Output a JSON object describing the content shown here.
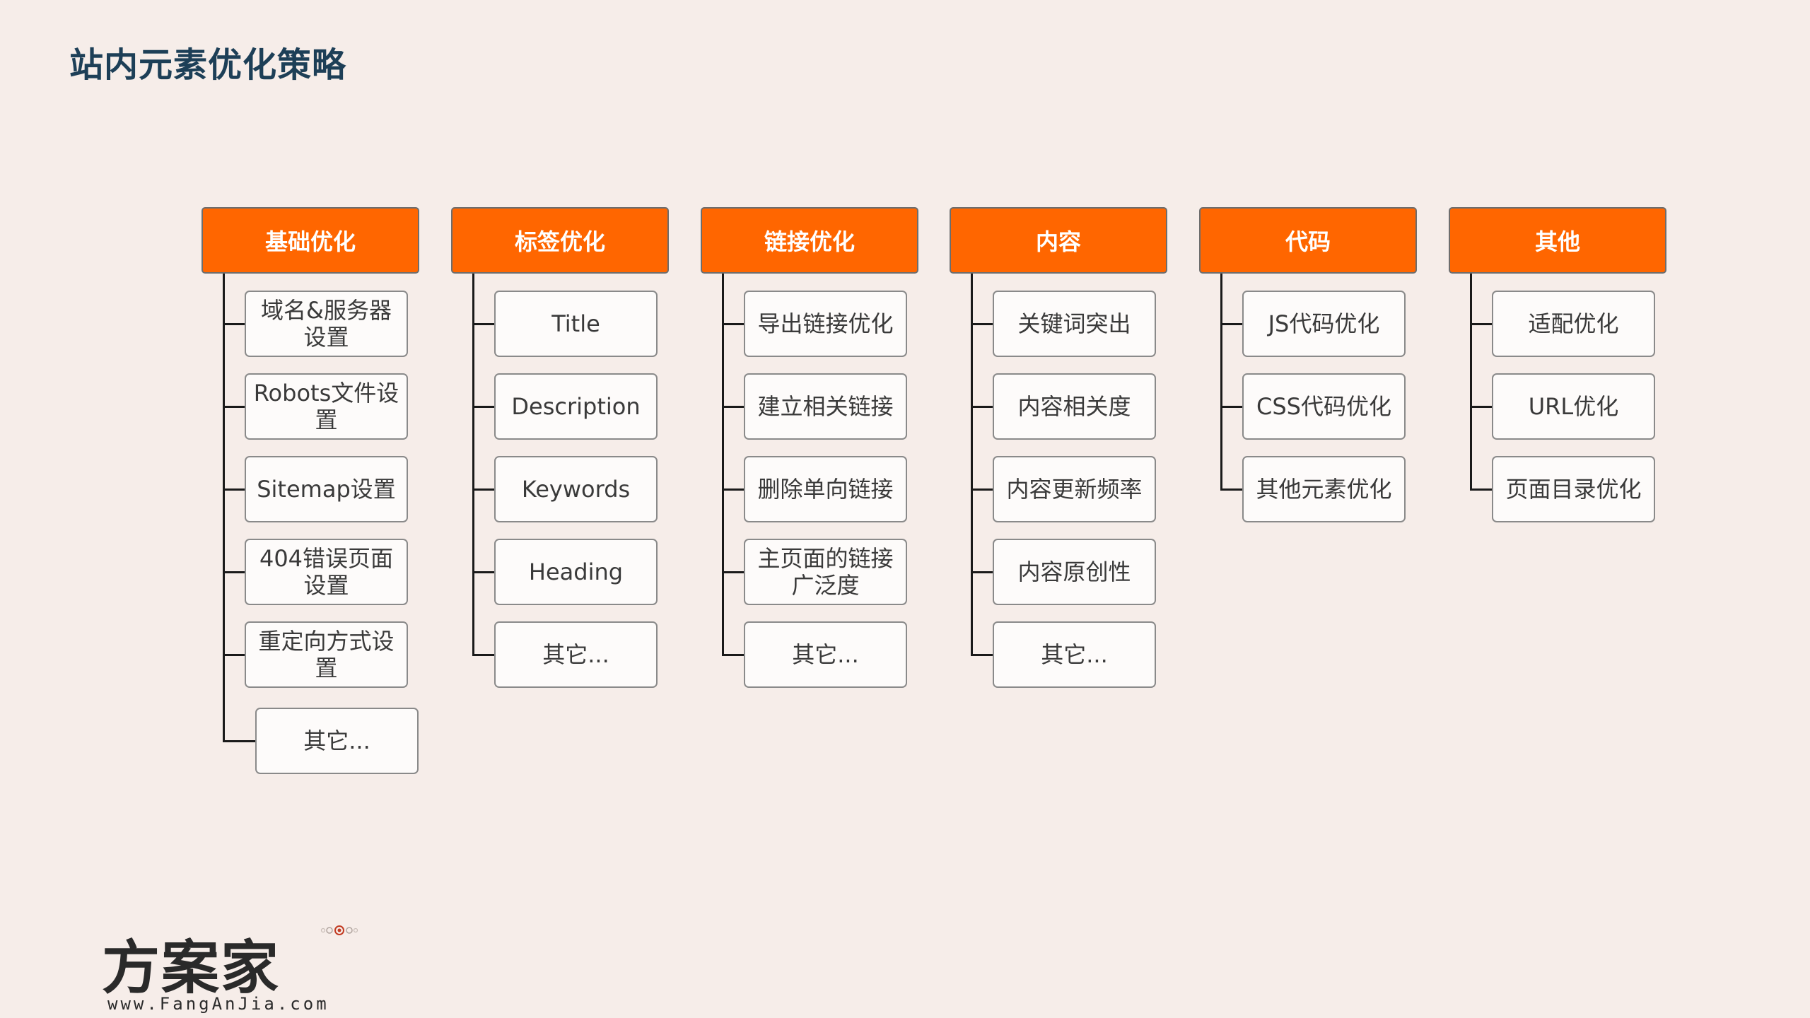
{
  "title": "站内元素优化策略",
  "columns": [
    {
      "header": "基础优化",
      "items": [
        "域名&服务器设置",
        "Robots文件设置",
        "Sitemap设置",
        "404错误页面设置",
        "重定向方式设置",
        "其它..."
      ]
    },
    {
      "header": "标签优化",
      "items": [
        "Title",
        "Description",
        "Keywords",
        "Heading",
        "其它..."
      ]
    },
    {
      "header": "链接优化",
      "items": [
        "导出链接优化",
        "建立相关链接",
        "删除单向链接",
        "主页面的链接广泛度",
        "其它..."
      ]
    },
    {
      "header": "内容",
      "items": [
        "关键词突出",
        "内容相关度",
        "内容更新频率",
        "内容原创性",
        "其它..."
      ]
    },
    {
      "header": "代码",
      "items": [
        "JS代码优化",
        "CSS代码优化",
        "其他元素优化"
      ]
    },
    {
      "header": "其他",
      "items": [
        "适配优化",
        "URL优化",
        "页面目录优化"
      ]
    }
  ],
  "logo": {
    "name": "方案家",
    "url": "www.FangAnJia.com"
  },
  "colors": {
    "background": "#f6ede9",
    "header_fill": "#ff6600",
    "title_text": "#1d3f57",
    "connector": "#1a1a1a"
  }
}
